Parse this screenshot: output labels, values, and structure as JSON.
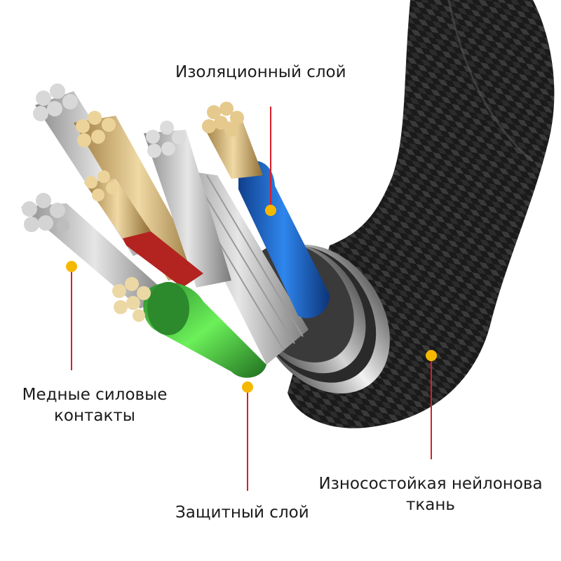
{
  "labels": {
    "insulation": "Изоляционный слой",
    "copper_line1": "Медные силовые",
    "copper_line2": "контакты",
    "shield": "Защитный слой",
    "nylon_line1": "Износостойкая нейлонова",
    "nylon_line2": "ткань"
  },
  "colors": {
    "leader": "#d81e2a",
    "marker": "#f5b800",
    "braid": "#1a1a1a",
    "blue_wire": "#1f6fd6",
    "green_wire": "#39c83a",
    "red_wire": "#b3231f",
    "copper": "#d9b77a",
    "silver": "#c8c8c8"
  }
}
